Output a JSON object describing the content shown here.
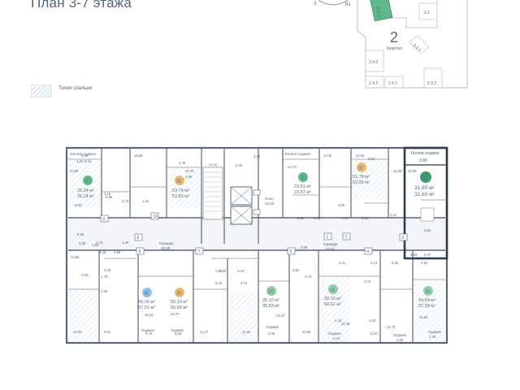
{
  "title": "План 3-7 этажа",
  "legend": {
    "label": "Тихие спальни"
  },
  "key_plan": {
    "compass_west": "З",
    "compass_south": "Ю",
    "current_section": "2.2.1",
    "quarter_number": "2",
    "quarter_label": "Квартал",
    "sections": [
      "2.1",
      "2.3.1",
      "2.4.3",
      "2.4.2",
      "2.4.1",
      "2.3.2"
    ]
  },
  "colors": {
    "studio": "#5db88a",
    "two_room": "#f2b86a",
    "three_room": "#8dc2e4",
    "one_room": "#8ecfa4",
    "selected_frame": "#2e3d53",
    "walls": "#5b6677"
  },
  "apartments": [
    {
      "id": "apt-top-left-studio",
      "type": "С",
      "area_total": "25,24 м²",
      "area_living": "25,24 м²"
    },
    {
      "id": "apt-top-left-2",
      "type": "2Е",
      "area_total": "53,74 м²",
      "area_living": "52,82 м²"
    },
    {
      "id": "apt-top-center-studio",
      "type": "С",
      "area_total": "23,61 м²",
      "area_living": "23,67 м²"
    },
    {
      "id": "apt-top-center-2",
      "type": "2Е",
      "area_total": "51,78 м²",
      "area_living": "52,95 м²"
    },
    {
      "id": "apt-selected-studio",
      "type": "С",
      "area_total": "31,80 м²",
      "area_living": "31,80 м²"
    },
    {
      "id": "apt-bottom-left-3",
      "type": "3Е",
      "area_total": "65,16 м²",
      "area_living": "67,01 м²"
    },
    {
      "id": "apt-bottom-2",
      "type": "2Е",
      "area_total": "55,13 м²",
      "area_living": "56,08 м²"
    },
    {
      "id": "apt-bottom-1a",
      "type": "1Е",
      "area_total": "35,10 м²",
      "area_living": "36,83 м²"
    },
    {
      "id": "apt-bottom-1b",
      "type": "1Е",
      "area_total": "39,16 м²",
      "area_living": "60,62 м²"
    },
    {
      "id": "apt-bottom-right-1",
      "type": "1Е",
      "area_total": "34,69 м²",
      "area_living": "37,38 м²"
    }
  ],
  "labels": {
    "warm_loggia": "Теплая лоджия",
    "loggia": "Лоджия",
    "corridor": "Коридор",
    "hall": "Холл",
    "corridor_area_left": "26,08",
    "corridor_area_right": "24,83",
    "hall_area": "32,84",
    "selected_loggia_area": "3,88"
  },
  "room_areas": [
    "9,38",
    "3,34",
    "18,85",
    "10,89",
    "8,34",
    "2,85",
    "3,15",
    "3,75",
    "1,44",
    "16,75",
    "2,85",
    "4,46",
    "14,41",
    "4,30",
    "2,34",
    "12,73",
    "13,46",
    "10,05",
    "3,34",
    "3,82",
    "4,35",
    "4,60",
    "4,33",
    "5,31",
    "2,41",
    "11,38",
    "16,93",
    "2,47",
    "3,63",
    "4,09",
    "12,56",
    "3,25",
    "1,86",
    "3,38",
    "1,84",
    "2,72",
    "1,78",
    "2,65",
    "2,05",
    "1,49",
    "1,51",
    "5,44",
    "3,60",
    "2,03",
    "4,72",
    "12,47",
    "4,21",
    "2,14",
    "5,46",
    "3,74",
    "2,94",
    "2,42",
    "1,16",
    "18,21",
    "10,70",
    "10,05",
    "9,01",
    "11,07",
    "11,95",
    "10,86",
    "11,48",
    "11,57",
    "11,79",
    "10,08",
    "5,76",
    "3,50",
    "3,48",
    "2,42",
    "2,53",
    "4,28",
    "6,85",
    "2,03",
    "2,54",
    "3,89",
    "2,73",
    "8,95"
  ],
  "room_numbers": [
    "1",
    "2",
    "3",
    "4",
    "5",
    "6",
    "7",
    "8",
    "9",
    "10"
  ]
}
